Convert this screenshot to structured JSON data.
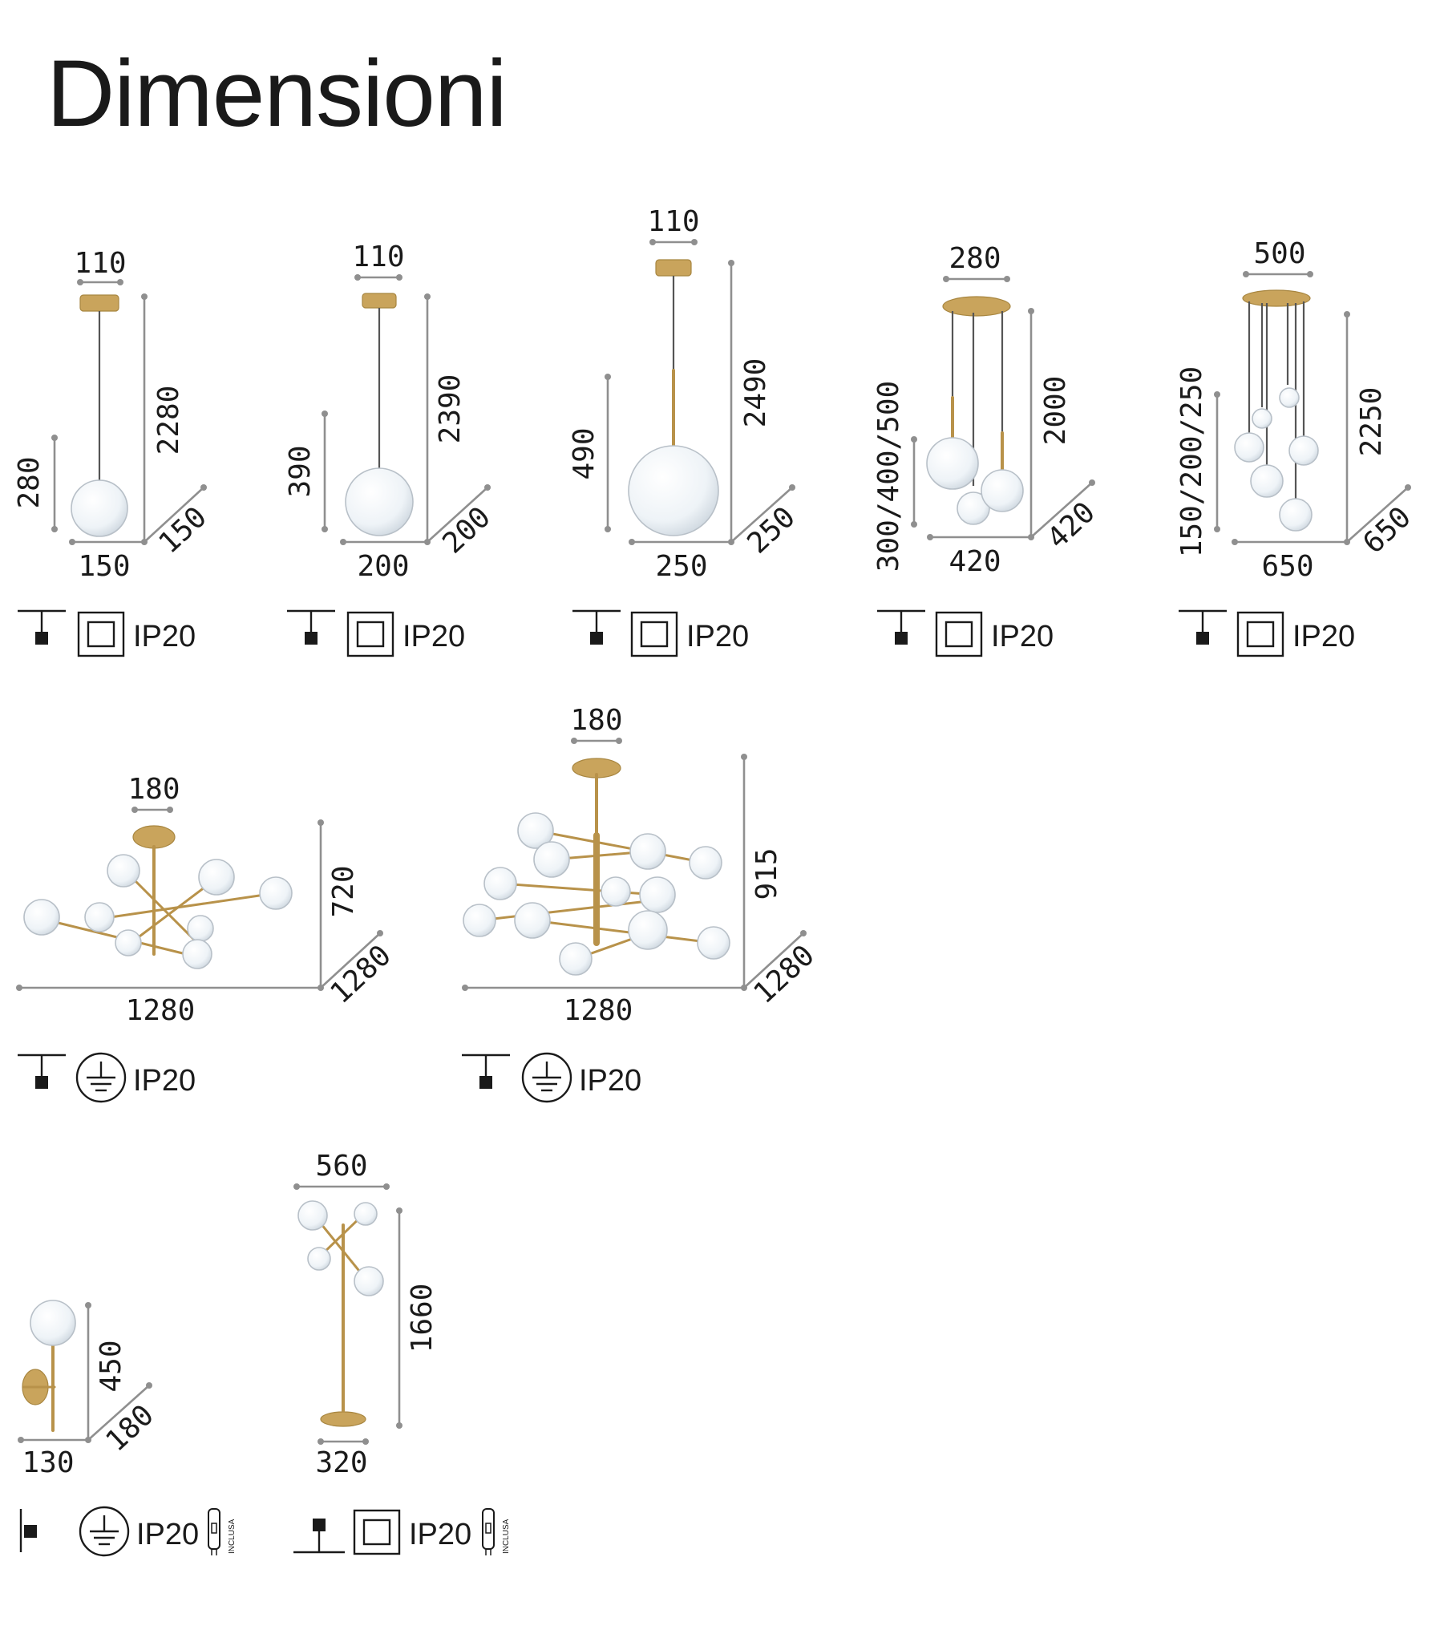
{
  "title": "Dimensioni",
  "colors": {
    "dimension_line": "#8f8f8f",
    "brass": "#c9a45c",
    "glass": "#dfe7ee",
    "text": "#1a1a1a"
  },
  "products": [
    {
      "id": "p1",
      "dims": {
        "top": "110",
        "height_total": "2280",
        "height_body": "280",
        "width": "150",
        "depth": "150"
      },
      "rating": "IP20",
      "class_icon": "double-insulation-icon",
      "mount_icon": "ceiling-mount-icon"
    },
    {
      "id": "p2",
      "dims": {
        "top": "110",
        "height_total": "2390",
        "height_body": "390",
        "width": "200",
        "depth": "200"
      },
      "rating": "IP20",
      "class_icon": "double-insulation-icon",
      "mount_icon": "ceiling-mount-icon"
    },
    {
      "id": "p3",
      "dims": {
        "top": "110",
        "height_total": "2490",
        "height_body": "490",
        "width": "250",
        "depth": "250"
      },
      "rating": "IP20",
      "class_icon": "double-insulation-icon",
      "mount_icon": "ceiling-mount-icon"
    },
    {
      "id": "p4",
      "dims": {
        "top": "280",
        "height_total": "2000",
        "height_body": "300/400/500",
        "width": "420",
        "depth": "420"
      },
      "rating": "IP20",
      "class_icon": "double-insulation-icon",
      "mount_icon": "ceiling-mount-icon"
    },
    {
      "id": "p5",
      "dims": {
        "top": "500",
        "height_total": "2250",
        "height_body": "150/200/250",
        "width": "650",
        "depth": "650"
      },
      "rating": "IP20",
      "class_icon": "double-insulation-icon",
      "mount_icon": "ceiling-mount-icon"
    },
    {
      "id": "p6",
      "dims": {
        "top": "180",
        "height_total": "720",
        "width": "1280",
        "depth": "1280"
      },
      "rating": "IP20",
      "class_icon": "earth-ground-icon",
      "mount_icon": "ceiling-mount-icon"
    },
    {
      "id": "p7",
      "dims": {
        "top": "180",
        "height_total": "915",
        "width": "1280",
        "depth": "1280"
      },
      "rating": "IP20",
      "class_icon": "earth-ground-icon",
      "mount_icon": "ceiling-mount-icon"
    },
    {
      "id": "p8",
      "dims": {
        "height_total": "450",
        "width": "130",
        "depth": "180"
      },
      "rating": "IP20",
      "class_icon": "earth-ground-icon",
      "mount_icon": "wall-mount-icon",
      "bulb_note": "INCLUSA",
      "bulb_icon": "bulb-included-icon"
    },
    {
      "id": "p9",
      "dims": {
        "top": "560",
        "height_total": "1660",
        "width": "320"
      },
      "rating": "IP20",
      "class_icon": "double-insulation-icon",
      "mount_icon": "floor-mount-icon",
      "bulb_note": "INCLUSA",
      "bulb_icon": "bulb-included-icon"
    }
  ]
}
